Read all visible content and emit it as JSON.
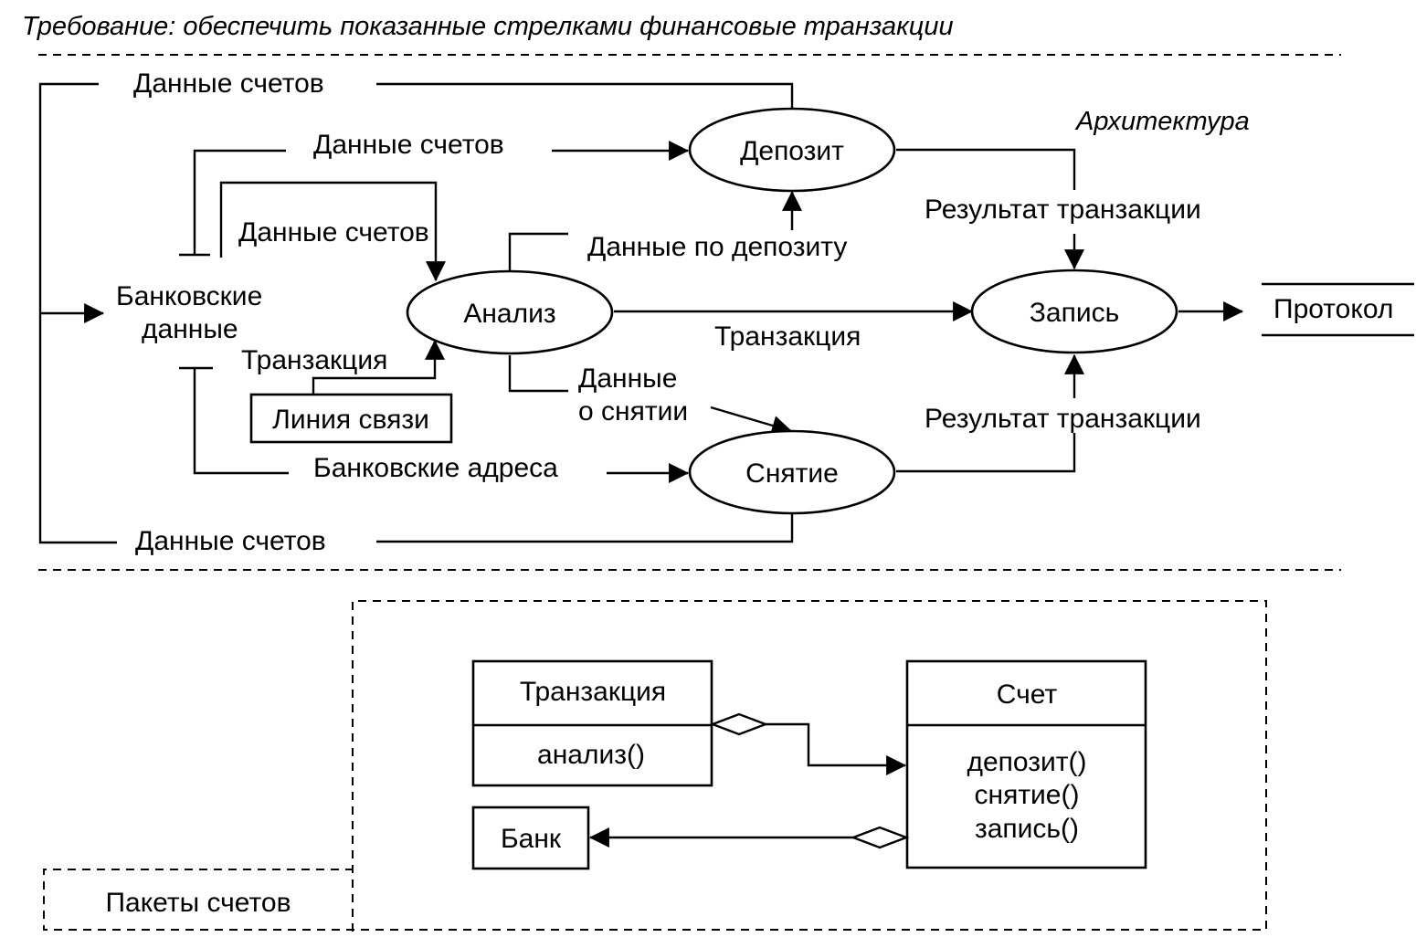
{
  "requirement": "Требование: обеспечить показанные стрелками финансовые транзакции",
  "architecture_label": "Архитектура",
  "processes": {
    "deposit": "Депозит",
    "analysis": "Анализ",
    "record": "Запись",
    "withdrawal": "Снятие"
  },
  "stores": {
    "bank_data_line1": "Банковские",
    "bank_data_line2": "данные",
    "protocol": "Протокол",
    "comm_line": "Линия связи"
  },
  "flows": {
    "account_data_top": "Данные счетов",
    "account_data_deposit": "Данные счетов",
    "account_data_analysis": "Данные счетов",
    "deposit_data": "Данные по депозиту",
    "transaction_main": "Транзакция",
    "transaction_comm": "Транзакция",
    "withdraw_data_line1": "Данные",
    "withdraw_data_line2": "о снятии",
    "result_deposit": "Результат транзакции",
    "result_withdraw": "Результат транзакции",
    "bank_addresses": "Банковские адреса",
    "account_data_bottom": "Данные счетов"
  },
  "classes": {
    "transaction": {
      "name": "Транзакция",
      "op": "анализ()"
    },
    "account": {
      "name": "Счет",
      "op1": "депозит()",
      "op2": "снятие()",
      "op3": "запись()"
    },
    "bank": {
      "name": "Банк"
    }
  },
  "package_label": "Пакеты счетов",
  "colors": {
    "ink": "#000000",
    "paper": "#ffffff"
  }
}
